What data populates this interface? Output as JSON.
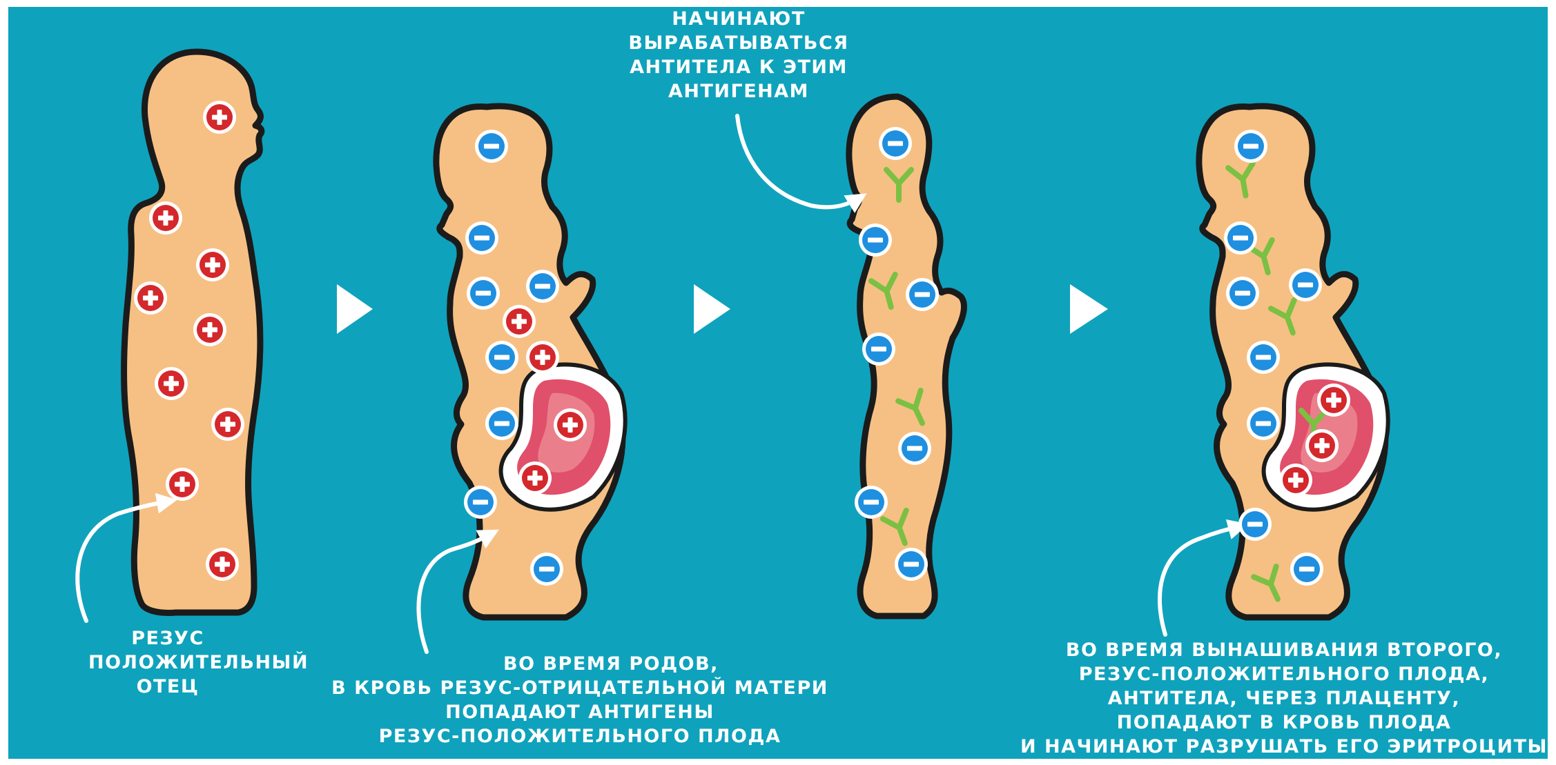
{
  "colors": {
    "background": "#0fa2bc",
    "body": "#f6c084",
    "outline": "#1b1b1b",
    "rh_positive": "#d4282c",
    "rh_negative": "#1f8fe0",
    "antibody": "#7bc043",
    "uterus_fill": "#e0506a",
    "uterus_inner": "#f3a5a5",
    "arrow": "#ffffff"
  },
  "icons": {
    "positive": "plus-sign-icon",
    "negative": "minus-sign-icon",
    "antibody": "y-antibody-icon",
    "step_arrow": "play-triangle-icon"
  },
  "panels": {
    "father": {
      "caption": [
        "РЕЗУС",
        "ПОЛОЖИТЕЛЬНЫЙ",
        "ОТЕЦ"
      ]
    },
    "first_pregnancy": {
      "caption": [
        "ВО ВРЕМЯ РОДОВ,",
        "В КРОВЬ РЕЗУС-ОТРИЦАТЕЛЬНОЙ МАТЕРИ",
        "ПОПАДАЮТ АНТИГЕНЫ",
        "РЕЗУС-ПОЛОЖИТЕЛЬНОГО ПЛОДА"
      ]
    },
    "antibodies": {
      "caption": [
        "НАЧИНАЮТ",
        "ВЫРАБАТЫВАТЬСЯ",
        "АНТИТЕЛА К ЭТИМ",
        "АНТИГЕНАМ"
      ]
    },
    "second_pregnancy": {
      "caption": [
        "ВО ВРЕМЯ ВЫНАШИВАНИЯ ВТОРОГО,",
        "РЕЗУС-ПОЛОЖИТЕЛЬНОГО ПЛОДА,",
        "АНТИТЕЛА, ЧЕРЕЗ ПЛАЦЕНТУ,",
        "ПОПАДАЮТ В КРОВЬ ПЛОДА",
        "И НАЧИНАЮТ РАЗРУШАТЬ ЕГО ЭРИТРОЦИТЫ"
      ]
    }
  }
}
